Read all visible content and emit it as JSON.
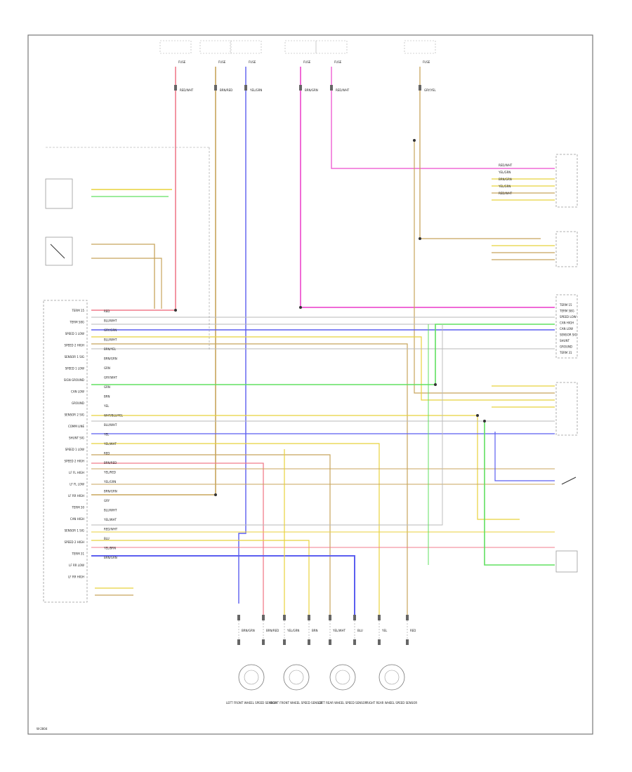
{
  "diagram": {
    "left_pins": [
      "TERM 15",
      "TERM 58G",
      "SPEED 1 LOW",
      "SPEED 2 HIGH",
      "SENSOR 1 SIG",
      "SPEED 1 LOW",
      "SIGN GROUND",
      "CAN LOW",
      "GROUND",
      "SENSOR 2 SIG",
      "COMM LINE",
      "SHUNT SIG",
      "SPEED 1 LOW",
      "SPEED 2 HIGH",
      "LF FL HIGH",
      "LF FL LOW",
      "LF RR HIGH",
      "TERM 30",
      "CAN HIGH",
      "SENSOR 1 SIG",
      "SPEED 2 HIGH",
      "TERM 31",
      "LF RR LOW",
      "LF RR HIGH"
    ],
    "left_wire_labels": [
      "RED",
      "BLU/WHT",
      "GRY/GRN",
      "BLU/WHT",
      "BRN/YEL",
      "BRN/GRN",
      "GRN",
      "GRY/WHT",
      "GRN",
      "BRN",
      "YEL",
      "WHT/BLU/YEL",
      "BLU/WHT",
      "YEL",
      "YEL/WHT",
      "RED",
      "BRN/RED",
      "YEL/RED",
      "YEL/GRN",
      "BRN/GRN",
      "GRY",
      "BLU/WHT",
      "YEL/WHT",
      "RED/WHT",
      "BLU",
      "YEL/BRN",
      "BRN/GRN"
    ],
    "top_fuse_labels": [
      "FUSE",
      "FUSE",
      "FUSE",
      "FUSE",
      "FUSE",
      "FUSE"
    ],
    "top_wire_codes": [
      "RED/WHT",
      "BRN/RED",
      "YEL/GRN",
      "BRN/GRN",
      "RED/WHT",
      "GRY/YEL"
    ],
    "right_module_wires": [
      "RED/WHT",
      "YEL/GRN",
      "BRN/GRN",
      "YEL/GRN",
      "RED/WHT"
    ],
    "right_pins": [
      "TERM 15",
      "TERM 58G",
      "SPEED LOW",
      "CAN HIGH",
      "CAN LOW",
      "SENSOR SIG",
      "SHUNT",
      "GROUND",
      "TERM 31"
    ],
    "bottom_wires": [
      "BRN/GRN",
      "BRN/RED",
      "YEL/GRN",
      "BRN",
      "YEL/WHT",
      "BLU",
      "YEL",
      "RED"
    ],
    "bottom_labels": [
      "LEFT FRONT WHEEL SPEED SENSOR",
      "RIGHT FRONT WHEEL SPEED SENSOR",
      "LEFT REAR WHEEL SPEED SENSOR",
      "RIGHT REAR WHEEL SPEED SENSOR"
    ],
    "footnote": "W-2804"
  },
  "colors": {
    "red": "#f07c8c",
    "pink": "#f06ad6",
    "brown": "#c8a55c",
    "yellow": "#e8d23c",
    "blue": "#5b5ef0",
    "green": "#60e060",
    "gray": "#b9b9b9"
  }
}
